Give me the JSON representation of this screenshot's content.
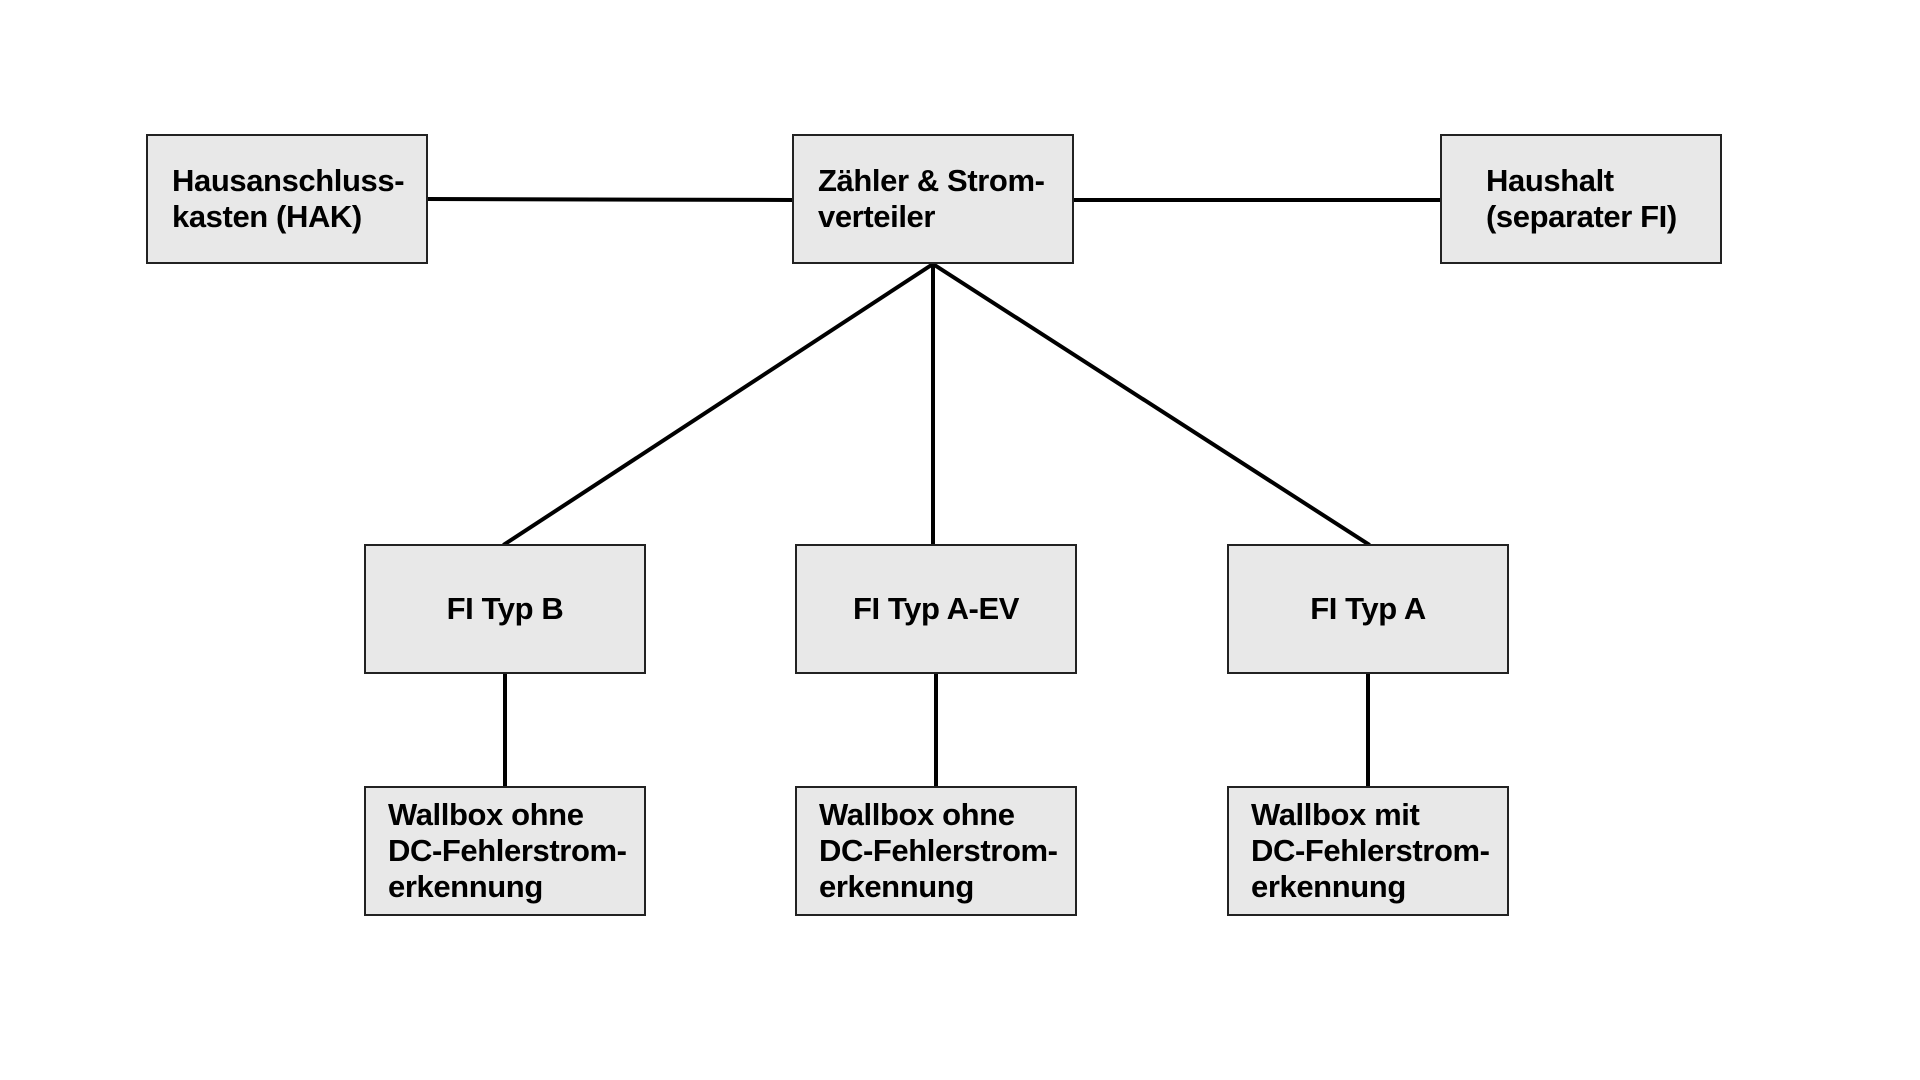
{
  "diagram": {
    "nodes": {
      "hak": "Hausanschluss-\nkasten (HAK)",
      "zaehler": "Zähler & Strom-\nverteiler",
      "haushalt": "Haushalt\n(separater FI)",
      "fi_typ_b": "FI Typ B",
      "fi_typ_a_ev": "FI Typ A-EV",
      "fi_typ_a": "FI Typ A",
      "wallbox_1": "Wallbox ohne\nDC-Fehlerstrom-\nerkennung",
      "wallbox_2": "Wallbox ohne\nDC-Fehlerstrom-\nerkennung",
      "wallbox_3": "Wallbox mit\nDC-Fehlerstrom-\nerkennung"
    },
    "edges": [
      [
        "hak",
        "zaehler"
      ],
      [
        "zaehler",
        "haushalt"
      ],
      [
        "zaehler",
        "fi_typ_b"
      ],
      [
        "zaehler",
        "fi_typ_a_ev"
      ],
      [
        "zaehler",
        "fi_typ_a"
      ],
      [
        "fi_typ_b",
        "wallbox_1"
      ],
      [
        "fi_typ_a_ev",
        "wallbox_2"
      ],
      [
        "fi_typ_a",
        "wallbox_3"
      ]
    ],
    "colors": {
      "box_fill": "#e8e8e8",
      "box_border": "#222222",
      "line": "#000000",
      "text": "#000000"
    }
  }
}
